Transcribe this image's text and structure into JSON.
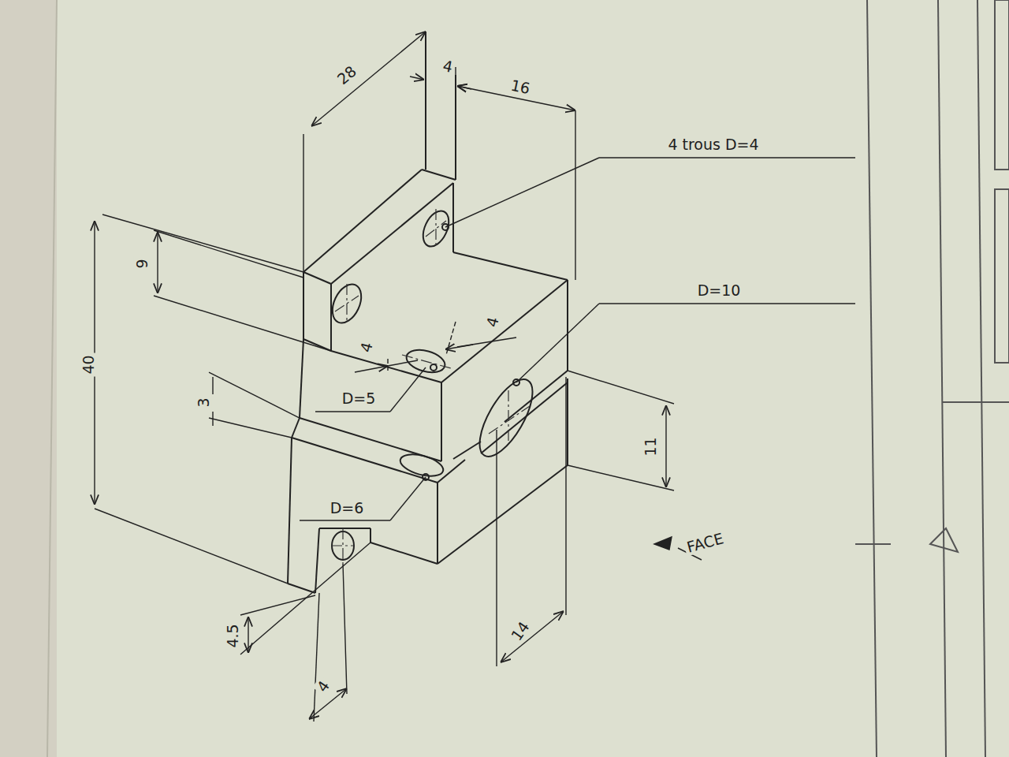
{
  "diagram": {
    "labels": [
      "28",
      "4",
      "16",
      "4 trous D=4",
      "9",
      "4",
      "4",
      "D=10",
      "40",
      "D=5",
      "3",
      "11",
      "D=6",
      "FACE",
      "4.5",
      "14",
      "4"
    ]
  }
}
